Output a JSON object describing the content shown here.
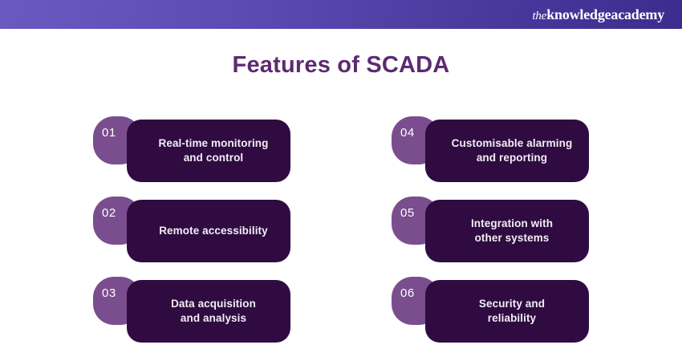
{
  "header": {
    "logo_the": "the",
    "logo_main": "knowledgeacademy",
    "gradient_from": "#6a5ac0",
    "gradient_to": "#3b2c8e"
  },
  "title": "Features of SCADA",
  "theme": {
    "title_color": "#5d2a72",
    "badge_color": "#7a4e8e",
    "card_color": "#2f0b41",
    "card_text_color": "#f2eef5",
    "background": "#ffffff"
  },
  "features": [
    {
      "number": "01",
      "label": "Real-time monitoring\nand control"
    },
    {
      "number": "02",
      "label": "Remote accessibility"
    },
    {
      "number": "03",
      "label": "Data acquisition\nand analysis"
    },
    {
      "number": "04",
      "label": "Customisable alarming\nand reporting"
    },
    {
      "number": "05",
      "label": "Integration with\nother systems"
    },
    {
      "number": "06",
      "label": "Security and\nreliability"
    }
  ]
}
